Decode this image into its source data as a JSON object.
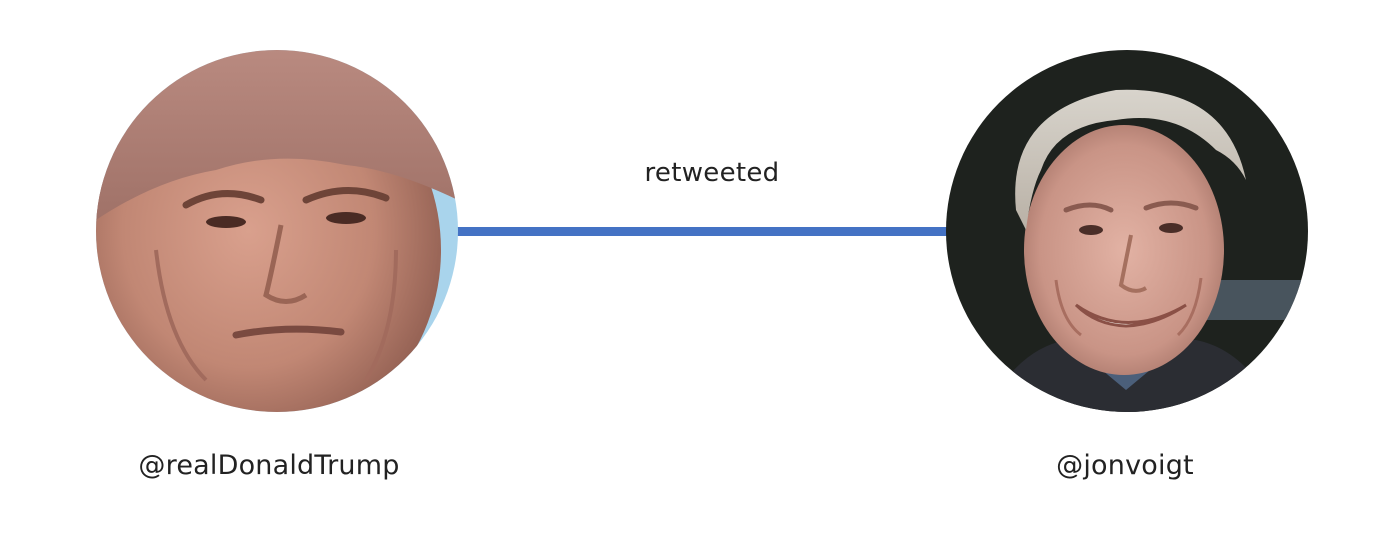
{
  "nodes": [
    {
      "handle": "@realDonaldTrump",
      "photo_icon": "portrait-photo-icon"
    },
    {
      "handle": "@jonvoigt",
      "photo_icon": "portrait-photo-icon"
    }
  ],
  "edge": {
    "label": "retweeted",
    "color": "#4472c4"
  }
}
